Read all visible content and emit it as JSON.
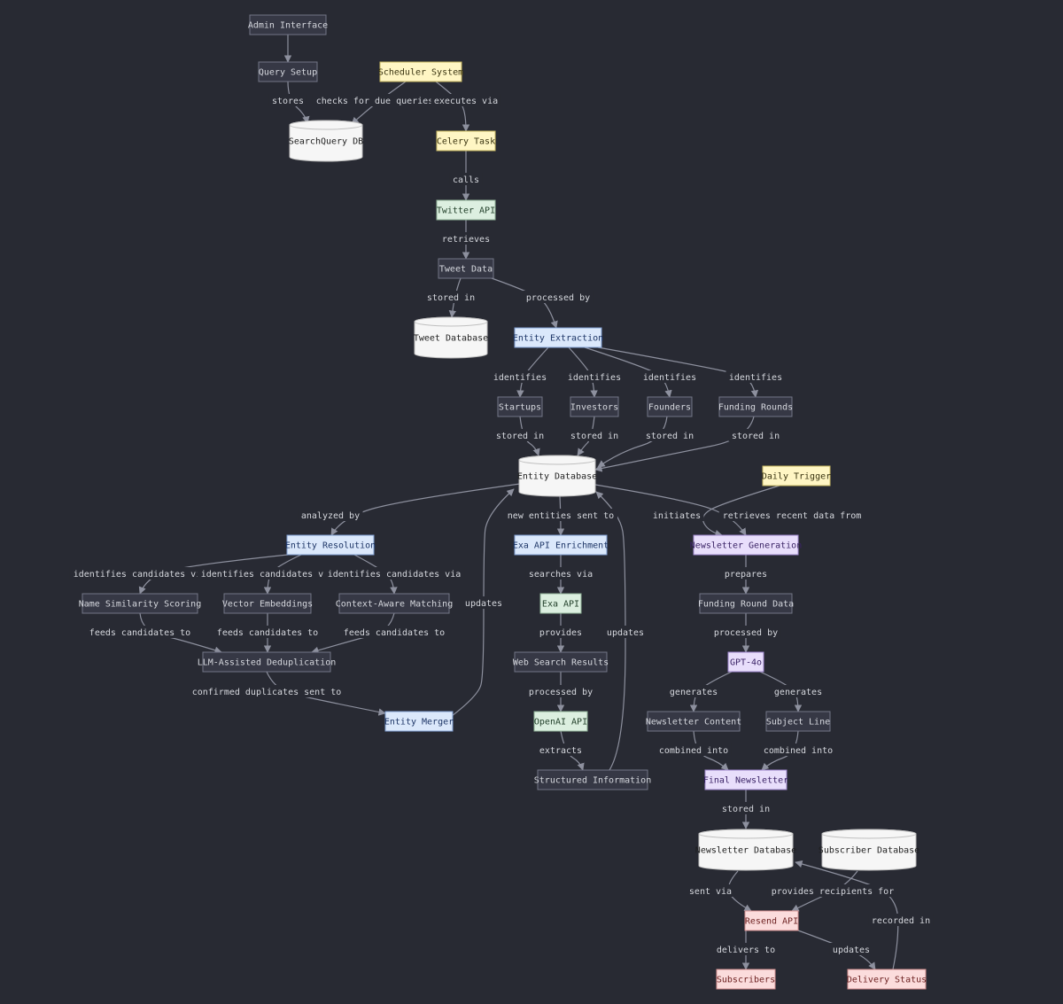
{
  "colors": {
    "background": "#282a33",
    "edge": "#8d909e",
    "edge_label": "#d6d8de",
    "default_fill": "#363845",
    "default_stroke": "#727586",
    "default_text": "#d6d8de",
    "scheduler_fill": "#fff6c4",
    "scheduler_stroke": "#c9b860",
    "scheduler_text": "#3a3410",
    "external_fill": "#dcefe0",
    "external_stroke": "#8fb397",
    "external_text": "#1f3d27",
    "process_fill": "#dbe8fb",
    "process_stroke": "#7f9fd3",
    "process_text": "#1d3566",
    "newsletter_fill": "#e8defb",
    "newsletter_stroke": "#9f88cf",
    "newsletter_text": "#3b2466",
    "delivery_fill": "#fbdcdc",
    "delivery_stroke": "#d38f8f",
    "delivery_text": "#6b1f1f",
    "database_fill": "#f6f6f6",
    "database_stroke": "#bfbfbf",
    "database_text": "#1e1e1e"
  },
  "nodes": [
    {
      "id": "admin-interface",
      "label": "Admin Interface",
      "shape": "rect",
      "style": "default"
    },
    {
      "id": "query-setup",
      "label": "Query Setup",
      "shape": "rect",
      "style": "default"
    },
    {
      "id": "scheduler-system",
      "label": "Scheduler System",
      "shape": "rect",
      "style": "scheduler"
    },
    {
      "id": "searchquery-db",
      "label": "SearchQuery DB",
      "shape": "cylinder",
      "style": "database"
    },
    {
      "id": "celery-task",
      "label": "Celery Task",
      "shape": "rect",
      "style": "scheduler"
    },
    {
      "id": "twitter-api",
      "label": "Twitter API",
      "shape": "rect",
      "style": "external"
    },
    {
      "id": "tweet-data",
      "label": "Tweet Data",
      "shape": "rect",
      "style": "default"
    },
    {
      "id": "tweet-database",
      "label": "Tweet Database",
      "shape": "cylinder",
      "style": "database"
    },
    {
      "id": "entity-extraction",
      "label": "Entity Extraction",
      "shape": "rect",
      "style": "process"
    },
    {
      "id": "startups",
      "label": "Startups",
      "shape": "rect",
      "style": "default"
    },
    {
      "id": "investors",
      "label": "Investors",
      "shape": "rect",
      "style": "default"
    },
    {
      "id": "founders",
      "label": "Founders",
      "shape": "rect",
      "style": "default"
    },
    {
      "id": "funding-rounds",
      "label": "Funding Rounds",
      "shape": "rect",
      "style": "default"
    },
    {
      "id": "entity-database",
      "label": "Entity Database",
      "shape": "cylinder",
      "style": "database"
    },
    {
      "id": "daily-trigger",
      "label": "Daily Trigger",
      "shape": "rect",
      "style": "scheduler"
    },
    {
      "id": "entity-resolution",
      "label": "Entity Resolution",
      "shape": "rect",
      "style": "process"
    },
    {
      "id": "exa-api-enrichment",
      "label": "Exa API Enrichment",
      "shape": "rect",
      "style": "process"
    },
    {
      "id": "newsletter-generation",
      "label": "Newsletter Generation",
      "shape": "rect",
      "style": "newsletter"
    },
    {
      "id": "name-similarity-scoring",
      "label": "Name Similarity Scoring",
      "shape": "rect",
      "style": "default"
    },
    {
      "id": "vector-embeddings",
      "label": "Vector Embeddings",
      "shape": "rect",
      "style": "default"
    },
    {
      "id": "context-aware-matching",
      "label": "Context-Aware Matching",
      "shape": "rect",
      "style": "default"
    },
    {
      "id": "exa-api",
      "label": "Exa API",
      "shape": "rect",
      "style": "external"
    },
    {
      "id": "funding-round-data",
      "label": "Funding Round Data",
      "shape": "rect",
      "style": "default"
    },
    {
      "id": "llm-assisted-deduplication",
      "label": "LLM-Assisted Deduplication",
      "shape": "rect",
      "style": "default"
    },
    {
      "id": "web-search-results",
      "label": "Web Search Results",
      "shape": "rect",
      "style": "default"
    },
    {
      "id": "gpt-4o",
      "label": "GPT-4o",
      "shape": "rect",
      "style": "newsletter"
    },
    {
      "id": "entity-merger",
      "label": "Entity Merger",
      "shape": "rect",
      "style": "process"
    },
    {
      "id": "openai-api",
      "label": "OpenAI API",
      "shape": "rect",
      "style": "external"
    },
    {
      "id": "newsletter-content",
      "label": "Newsletter Content",
      "shape": "rect",
      "style": "default"
    },
    {
      "id": "subject-line",
      "label": "Subject Line",
      "shape": "rect",
      "style": "default"
    },
    {
      "id": "structured-information",
      "label": "Structured Information",
      "shape": "rect",
      "style": "default"
    },
    {
      "id": "final-newsletter",
      "label": "Final Newsletter",
      "shape": "rect",
      "style": "newsletter"
    },
    {
      "id": "newsletter-database",
      "label": "Newsletter Database",
      "shape": "cylinder",
      "style": "database"
    },
    {
      "id": "subscriber-database",
      "label": "Subscriber Database",
      "shape": "cylinder",
      "style": "database"
    },
    {
      "id": "resend-api",
      "label": "Resend API",
      "shape": "rect",
      "style": "delivery"
    },
    {
      "id": "subscribers",
      "label": "Subscribers",
      "shape": "rect",
      "style": "delivery"
    },
    {
      "id": "delivery-status",
      "label": "Delivery Status",
      "shape": "rect",
      "style": "delivery"
    }
  ],
  "edges": [
    {
      "from": "admin-interface",
      "to": "query-setup",
      "label": ""
    },
    {
      "from": "query-setup",
      "to": "searchquery-db",
      "label": "stores"
    },
    {
      "from": "scheduler-system",
      "to": "searchquery-db",
      "label": "checks for due queries"
    },
    {
      "from": "scheduler-system",
      "to": "celery-task",
      "label": "executes via"
    },
    {
      "from": "celery-task",
      "to": "twitter-api",
      "label": "calls"
    },
    {
      "from": "twitter-api",
      "to": "tweet-data",
      "label": "retrieves"
    },
    {
      "from": "tweet-data",
      "to": "tweet-database",
      "label": "stored in"
    },
    {
      "from": "tweet-data",
      "to": "entity-extraction",
      "label": "processed by"
    },
    {
      "from": "entity-extraction",
      "to": "startups",
      "label": "identifies"
    },
    {
      "from": "entity-extraction",
      "to": "investors",
      "label": "identifies"
    },
    {
      "from": "entity-extraction",
      "to": "founders",
      "label": "identifies"
    },
    {
      "from": "entity-extraction",
      "to": "funding-rounds",
      "label": "identifies"
    },
    {
      "from": "startups",
      "to": "entity-database",
      "label": "stored in"
    },
    {
      "from": "investors",
      "to": "entity-database",
      "label": "stored in"
    },
    {
      "from": "founders",
      "to": "entity-database",
      "label": "stored in"
    },
    {
      "from": "funding-rounds",
      "to": "entity-database",
      "label": "stored in"
    },
    {
      "from": "entity-database",
      "to": "entity-resolution",
      "label": "analyzed by"
    },
    {
      "from": "entity-database",
      "to": "exa-api-enrichment",
      "label": "new entities sent to"
    },
    {
      "from": "daily-trigger",
      "to": "newsletter-generation",
      "label": "initiates"
    },
    {
      "from": "entity-database",
      "to": "newsletter-generation",
      "label": "retrieves recent data from"
    },
    {
      "from": "entity-resolution",
      "to": "name-similarity-scoring",
      "label": "identifies candidates via"
    },
    {
      "from": "entity-resolution",
      "to": "vector-embeddings",
      "label": "identifies candidates via"
    },
    {
      "from": "entity-resolution",
      "to": "context-aware-matching",
      "label": "identifies candidates via"
    },
    {
      "from": "name-similarity-scoring",
      "to": "llm-assisted-deduplication",
      "label": "feeds candidates to"
    },
    {
      "from": "vector-embeddings",
      "to": "llm-assisted-deduplication",
      "label": "feeds candidates to"
    },
    {
      "from": "context-aware-matching",
      "to": "llm-assisted-deduplication",
      "label": "feeds candidates to"
    },
    {
      "from": "llm-assisted-deduplication",
      "to": "entity-merger",
      "label": "confirmed duplicates sent to"
    },
    {
      "from": "entity-merger",
      "to": "entity-database",
      "label": "updates"
    },
    {
      "from": "exa-api-enrichment",
      "to": "exa-api",
      "label": "searches via"
    },
    {
      "from": "exa-api",
      "to": "web-search-results",
      "label": "provides"
    },
    {
      "from": "web-search-results",
      "to": "openai-api",
      "label": "processed by"
    },
    {
      "from": "openai-api",
      "to": "structured-information",
      "label": "extracts"
    },
    {
      "from": "structured-information",
      "to": "entity-database",
      "label": "updates"
    },
    {
      "from": "newsletter-generation",
      "to": "funding-round-data",
      "label": "prepares"
    },
    {
      "from": "funding-round-data",
      "to": "gpt-4o",
      "label": "processed by"
    },
    {
      "from": "gpt-4o",
      "to": "newsletter-content",
      "label": "generates"
    },
    {
      "from": "gpt-4o",
      "to": "subject-line",
      "label": "generates"
    },
    {
      "from": "newsletter-content",
      "to": "final-newsletter",
      "label": "combined into"
    },
    {
      "from": "subject-line",
      "to": "final-newsletter",
      "label": "combined into"
    },
    {
      "from": "final-newsletter",
      "to": "newsletter-database",
      "label": "stored in"
    },
    {
      "from": "newsletter-database",
      "to": "resend-api",
      "label": "sent via"
    },
    {
      "from": "subscriber-database",
      "to": "resend-api",
      "label": "provides recipients for"
    },
    {
      "from": "resend-api",
      "to": "subscribers",
      "label": "delivers to"
    },
    {
      "from": "resend-api",
      "to": "delivery-status",
      "label": "updates"
    },
    {
      "from": "delivery-status",
      "to": "newsletter-database",
      "label": "recorded in"
    }
  ]
}
